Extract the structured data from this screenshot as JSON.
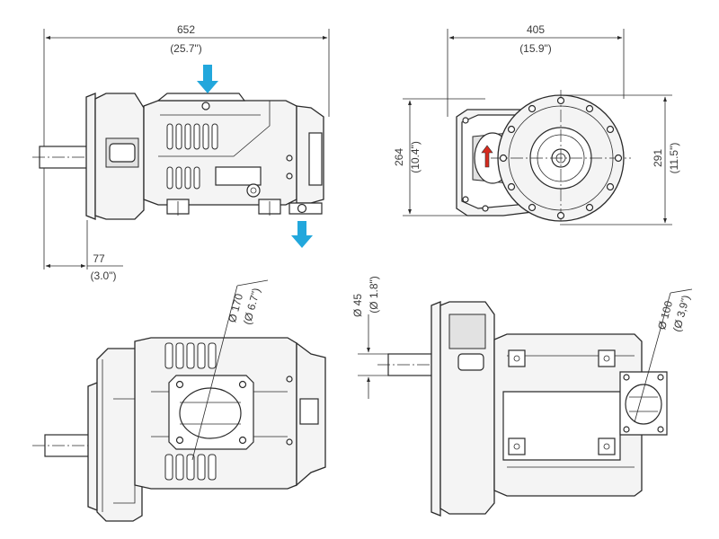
{
  "colors": {
    "arrow": "#22a7dc",
    "line": "#2b2b2b",
    "rotation_arrow": "#d62b1f"
  },
  "views": {
    "side": {
      "length": {
        "mm": "652",
        "in": "(25.7\")"
      },
      "shaft": {
        "mm": "77",
        "in": "(3.0\")"
      },
      "flow_in_icon": "arrow-down-icon",
      "flow_out_icon": "arrow-down-icon"
    },
    "front": {
      "width": {
        "mm": "405",
        "in": "(15.9\")"
      },
      "height_left": {
        "mm": "264",
        "in": "(10.4\")"
      },
      "height_right": {
        "mm": "291",
        "in": "(11.5\")"
      },
      "rotation_icon": "rotation-arrow-icon"
    },
    "bottom_left": {
      "port": {
        "mm": "Ø 170",
        "in": "(Ø 6.7\")"
      }
    },
    "bottom_right": {
      "shaft": {
        "mm": "Ø 45",
        "in": "(Ø 1.8\")"
      },
      "port": {
        "mm": "Ø 100",
        "in": "(Ø 3,9\")"
      }
    }
  }
}
